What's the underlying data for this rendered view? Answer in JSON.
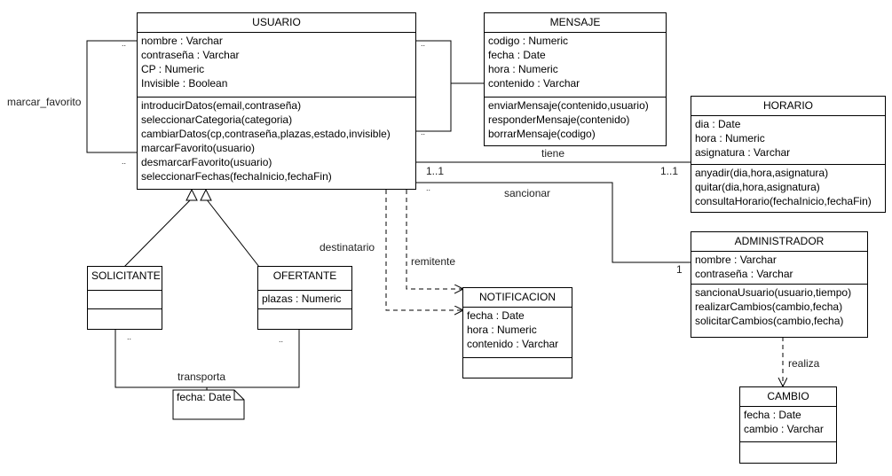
{
  "classes": {
    "usuario": {
      "name": "USUARIO",
      "attributes": [
        "nombre : Varchar",
        "contraseña : Varchar",
        "CP : Numeric",
        "Invisible : Boolean"
      ],
      "operations": [
        "introducirDatos(email,contraseña)",
        "seleccionarCategoria(categoria)",
        "cambiarDatos(cp,contraseña,plazas,estado,invisible)",
        "marcarFavorito(usuario)",
        "desmarcarFavorito(usuario)",
        "seleccionarFechas(fechaInicio,fechaFin)"
      ]
    },
    "mensaje": {
      "name": "MENSAJE",
      "attributes": [
        "codigo : Numeric",
        "fecha : Date",
        "hora : Numeric",
        "contenido : Varchar"
      ],
      "operations": [
        "enviarMensaje(contenido,usuario)",
        "responderMensaje(contenido)",
        "borrarMensaje(codigo)"
      ]
    },
    "horario": {
      "name": "HORARIO",
      "attributes": [
        "dia : Date",
        "hora : Numeric",
        "asignatura : Varchar"
      ],
      "operations": [
        "anyadir(dia,hora,asignatura)",
        "quitar(dia,hora,asignatura)",
        "consultaHorario(fechaInicio,fechaFin)"
      ]
    },
    "administrador": {
      "name": "ADMINISTRADOR",
      "attributes": [
        "nombre : Varchar",
        "contraseña : Varchar"
      ],
      "operations": [
        "sancionaUsuario(usuario,tiempo)",
        "realizarCambios(cambio,fecha)",
        "solicitarCambios(cambio,fecha)"
      ]
    },
    "solicitante": {
      "name": "SOLICITANTE",
      "attributes": [],
      "operations": []
    },
    "ofertante": {
      "name": "OFERTANTE",
      "attributes": [
        "plazas : Numeric"
      ],
      "operations": []
    },
    "notificacion": {
      "name": "NOTIFICACION",
      "attributes": [
        "fecha : Date",
        "hora : Numeric",
        "contenido : Varchar"
      ],
      "operations": []
    },
    "cambio": {
      "name": "CAMBIO",
      "attributes": [
        "fecha : Date",
        "cambio : Varchar"
      ],
      "operations": []
    }
  },
  "labels": {
    "marcar_favorito": "marcar_favorito",
    "tiene": "tiene",
    "sancionar": "sancionar",
    "destinatario": "destinatario",
    "remitente": "remitente",
    "transporta": "transporta",
    "realiza": "realiza",
    "mult_tiene_left": "1..1",
    "mult_tiene_right": "1..1",
    "mult_sancionar": "1",
    "dots": ".."
  },
  "notes": {
    "transporta_note": "fecha: Date"
  }
}
